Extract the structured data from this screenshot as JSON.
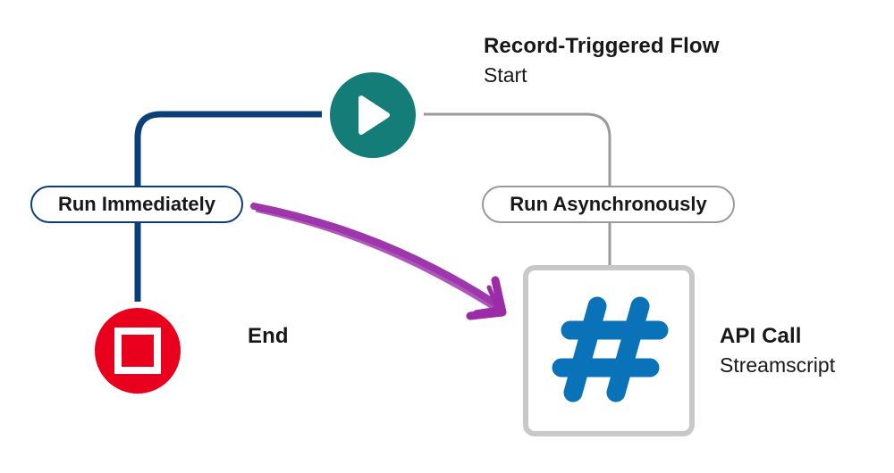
{
  "start_node": {
    "title": "Record-Triggered Flow",
    "subtitle": "Start",
    "icon": "play-icon",
    "color": "#157d78"
  },
  "branches": [
    {
      "label": "Run Immediately",
      "color": "#0b3f7a"
    },
    {
      "label": "Run Asynchronously",
      "color": "#9a9a9a"
    }
  ],
  "end_node": {
    "title": "End",
    "icon": "stop-icon",
    "color": "#e8001c"
  },
  "action_node": {
    "title": "API Call",
    "subtitle": "Streamscript",
    "icon": "hash-icon",
    "color": "#0a72b8"
  },
  "annotation": {
    "icon": "hand-drawn-arrow",
    "color": "#9a2ca8"
  }
}
